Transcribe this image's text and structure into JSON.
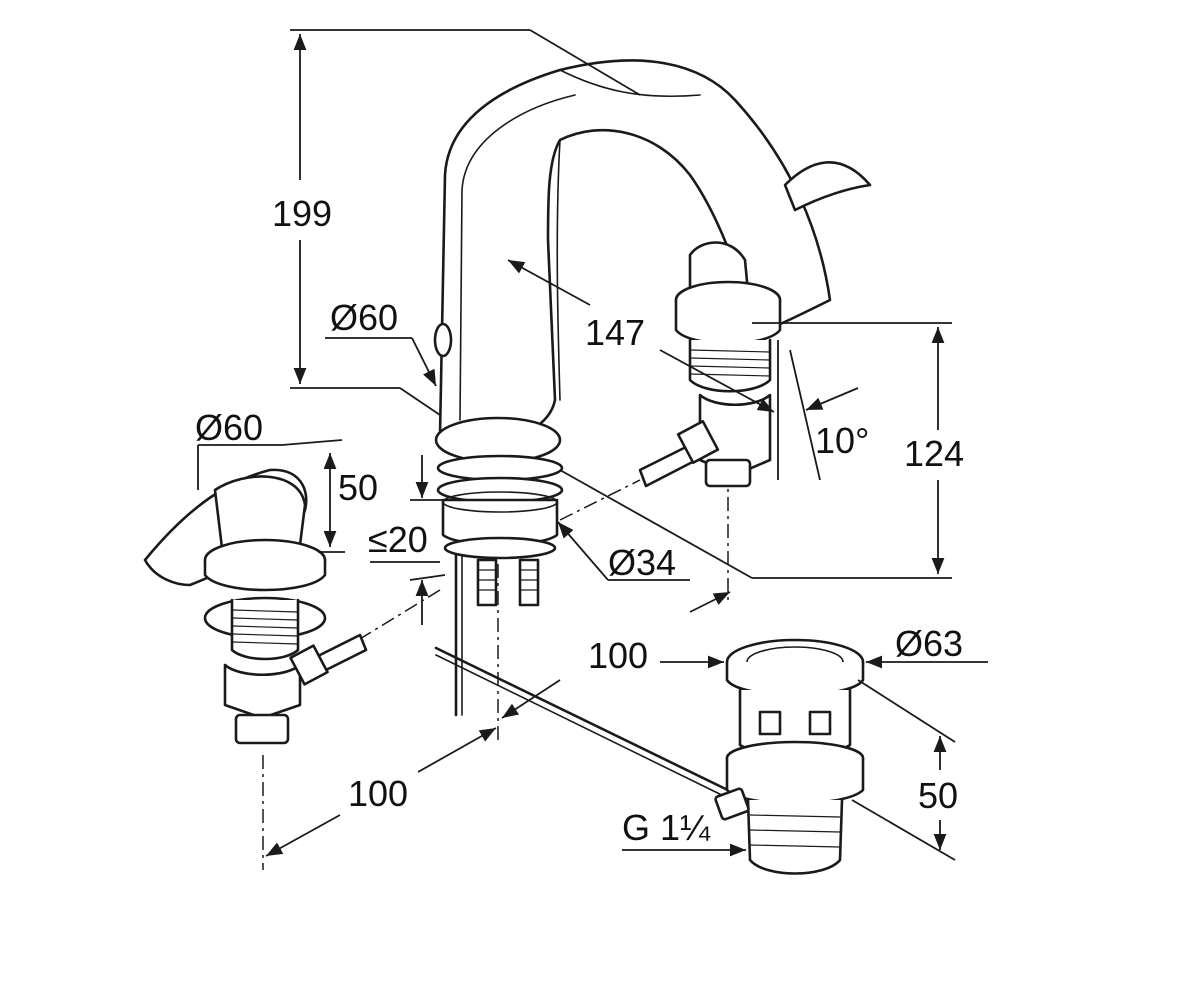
{
  "drawing": {
    "labels": {
      "height_total": "199",
      "spout_reach": "147",
      "spout_base_diameter": "Ø60",
      "handle_base_diameter": "Ø60",
      "handle_height": "50",
      "deck_thickness": "≤20",
      "hole_diameter": "Ø34",
      "spout_angle": "10°",
      "outlet_height": "124",
      "spacing_back": "100",
      "spacing_front": "100",
      "drain_top_diameter": "Ø63",
      "drain_height": "50",
      "drain_thread": "G 1¼"
    }
  }
}
